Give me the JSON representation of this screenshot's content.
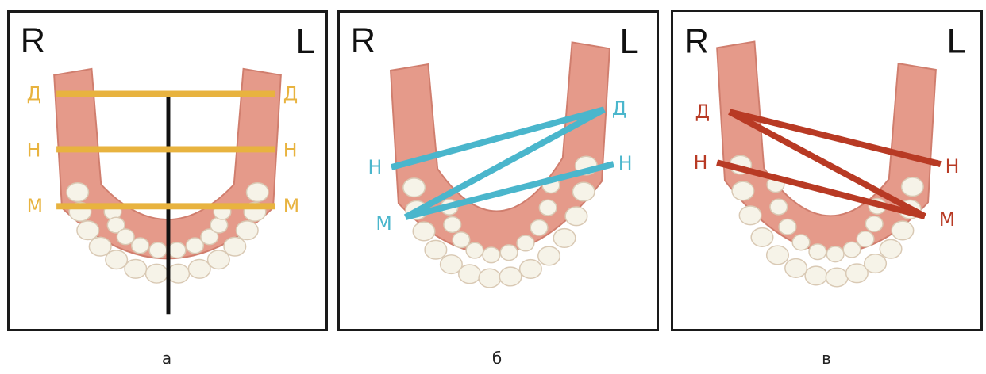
{
  "colors": {
    "panel_a_lines": "#e8b33f",
    "panel_b_lines": "#4ab6cc",
    "panel_c_lines": "#b83a24",
    "midline": "#111111",
    "gum": "#e59a8a",
    "tooth": "#f6f3e8"
  },
  "panels": [
    {
      "side_left": "R",
      "side_right": "L",
      "labels": {
        "d_left": "Д",
        "d_right": "Д",
        "n_left": "Н",
        "n_right": "Н",
        "m_left": "М",
        "m_right": "М"
      },
      "caption": "а"
    },
    {
      "side_left": "R",
      "side_right": "L",
      "labels": {
        "d": "Д",
        "n_left": "Н",
        "n_right": "Н",
        "m": "М"
      },
      "caption": "б"
    },
    {
      "side_left": "R",
      "side_right": "L",
      "labels": {
        "d": "Д",
        "n_left": "Н",
        "n_right": "Н",
        "m": "М"
      },
      "caption": "в"
    }
  ]
}
